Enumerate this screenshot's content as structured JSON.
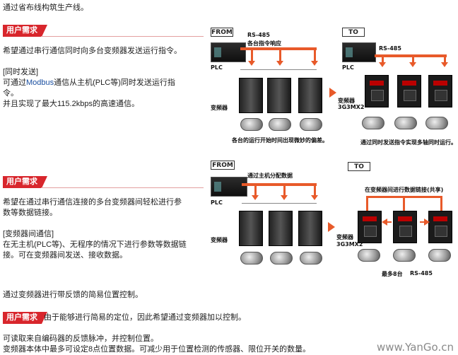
{
  "top_text": "通过省布线构筑生产线。",
  "tag_label": "用户需求",
  "section1": {
    "need": "希望通过串行通信同时向多台变频器发送运行指令。",
    "feature_title": "[同时发送]",
    "feature_line1_a": "可通过",
    "feature_line1_b": "Modbus",
    "feature_line1_c": "通信从主机(PLC等)同时发送运行指",
    "feature_line2": "令。",
    "feature_line3": "并且实现了最大115.2kbps的高速通信。",
    "diagram": {
      "from_label": "FROM",
      "to_label": "TO",
      "rs485_label": "RS-485",
      "rs485_sub": "各台指令响应",
      "plc_label": "PLC",
      "plc_label_to": "PLC",
      "inverter_label": "变频器",
      "model_label": "变频器",
      "model_code": "3G3MX2",
      "from_caption": "各台的运行开始时间出现微妙的偏差。",
      "to_rs485": "RS-485",
      "to_caption": "通过同时发送指令实现多轴同时运行。"
    }
  },
  "section2": {
    "need_line1": "希望在通过串行通信连接的多台变频器间轻松进行参",
    "need_line2": "数等数据链接。",
    "feature_title": "[变频器间通信]",
    "feature_line1": "在无主机(PLC等)、无程序的情况下进行参数等数据链",
    "feature_line2": "接。可在变频器间发送、接收数据。",
    "diagram": {
      "from_label": "FROM",
      "to_label": "TO",
      "host_label": "通过主机分配数据",
      "plc_label": "PLC",
      "inverter_label": "变频器",
      "model_label": "变频器",
      "model_code": "3G3MX2",
      "link_label": "在变频器间进行数据链接(共享)",
      "max_label": "最多8台",
      "rs485_label": "RS-485"
    }
  },
  "section3": {
    "intro": "通过变频器进行带反馈的简易位置控制。",
    "need": "由于能够进行简易的定位，因此希望通过变频器加以控制。",
    "line1": "可读取来自编码器的反馈脉冲，并控制位置。",
    "line2": "变频器本体中最多可设定8点位置数据。可减少用于位置检测的传感器、限位开关的数量。"
  },
  "watermark": "www.YanGo.cn",
  "colors": {
    "tag_red": "#d8262c",
    "arrow_orange": "#e85a2a",
    "link_blue": "#1a4fa0"
  }
}
